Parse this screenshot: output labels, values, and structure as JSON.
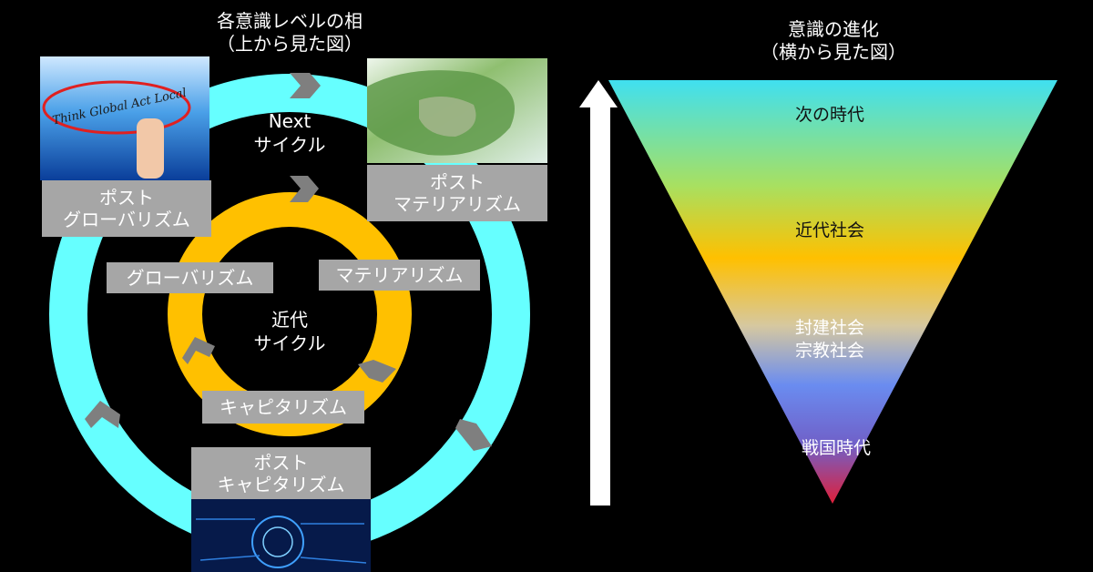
{
  "left": {
    "title_line1": "各意識レベルの相",
    "title_line2": "（上から見た図）",
    "outer_cycle": {
      "line1": "Next",
      "line2": "サイクル"
    },
    "inner_cycle": {
      "line1": "近代",
      "line2": "サイクル"
    },
    "photo_top_left_caption": "Think Global Act Local",
    "labels": {
      "post_globalism": [
        "ポスト",
        "グローバリズム"
      ],
      "post_materialism": [
        "ポスト",
        "マテリアリズム"
      ],
      "globalism": "グローバリズム",
      "materialism": "マテリアリズム",
      "capitalism": "キャピタリズム",
      "post_capitalism": [
        "ポスト",
        "キャピタリズム"
      ]
    },
    "colors": {
      "outer_ring": "#66ffff",
      "inner_ring": "#ffc000",
      "label_bg": "#a6a6a6",
      "arrow": "#7f7f7f"
    }
  },
  "right": {
    "title_line1": "意識の進化",
    "title_line2": "（横から見た図）",
    "levels": [
      "次の時代",
      "近代社会",
      "封建社会",
      "宗教社会",
      "戦国時代"
    ]
  }
}
